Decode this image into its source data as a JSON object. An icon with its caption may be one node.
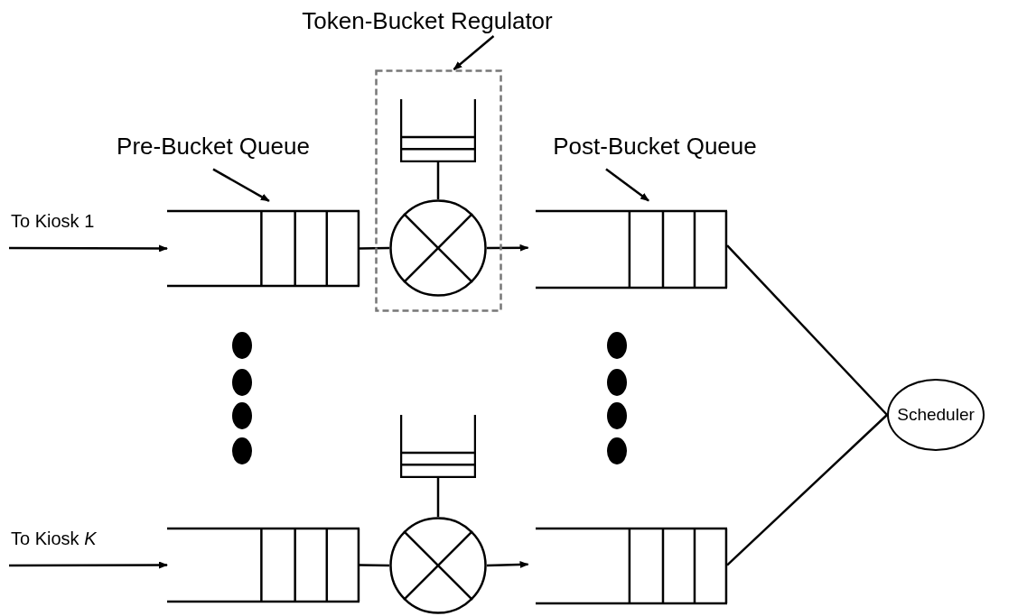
{
  "diagram": {
    "nodes": [
      {
        "text": [
          "Token-Bucket Regulator"
        ]
      },
      {
        "text": [],
        "shape": "box"
      },
      {
        "text": [],
        "shape": "bucket",
        "in": 1
      },
      {
        "text": [],
        "shape": "circle",
        "in": 1
      },
      {
        "text": [
          "Pre-Bucket Queue"
        ]
      },
      {
        "text": [
          "Post-Bucket Queue"
        ]
      },
      {
        "text": [],
        "shape": "queue"
      },
      {
        "text": [],
        "shape": "queue"
      },
      {
        "text": [],
        "shape": "queue"
      },
      {
        "text": [],
        "shape": "bucket"
      },
      {
        "text": [],
        "shape": "circle"
      },
      {
        "text": [],
        "shape": "queue"
      },
      {
        "text": [
          "Scheduler"
        ]
      }
    ],
    "edges": [
      {
        "from": 0,
        "to": 1,
        "arrow": "to"
      },
      {
        "from": 4,
        "to": 6,
        "arrow": "to"
      },
      {
        "from": 5,
        "to": 7,
        "arrow": "to"
      },
      {
        "from": null,
        "to": 6,
        "arrow": "to"
      },
      {
        "from": 6,
        "to": 3,
        "arrow": "none"
      },
      {
        "from": 2,
        "to": 3,
        "arrow": "none"
      },
      {
        "from": 3,
        "to": 7,
        "arrow": "to"
      },
      {
        "from": null,
        "to": 8,
        "arrow": "to"
      },
      {
        "from": 8,
        "to": 10,
        "arrow": "none"
      },
      {
        "from": 9,
        "to": 10,
        "arrow": "none"
      },
      {
        "from": 10,
        "to": 11,
        "arrow": "to"
      },
      {
        "from": 7,
        "to": 12,
        "arrow": "none"
      },
      {
        "from": 11,
        "to": 12,
        "arrow": "none"
      }
    ],
    "labels": [
      "To Kiosk 1",
      "To Kiosk *K*"
    ]
  }
}
